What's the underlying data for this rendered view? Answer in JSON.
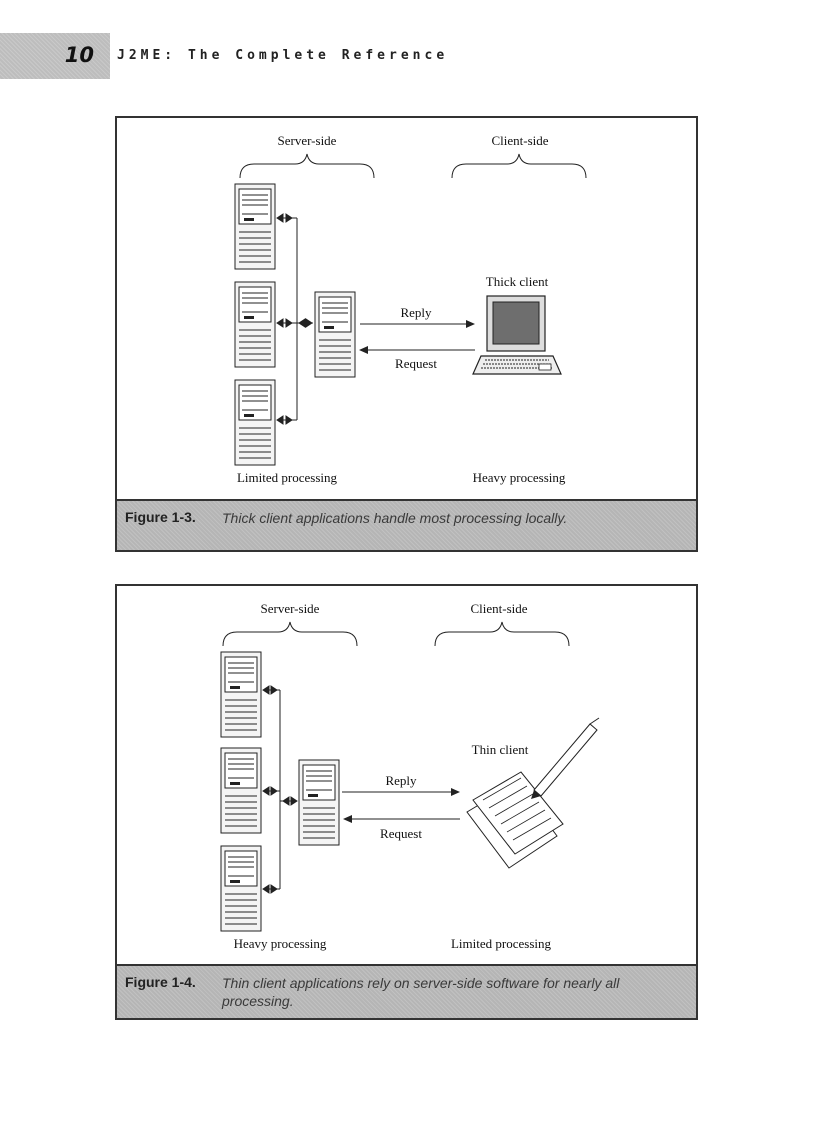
{
  "header": {
    "page_number": "10",
    "running_title": "J2ME: The Complete Reference"
  },
  "figures": [
    {
      "server_label": "Server-side",
      "client_label": "Client-side",
      "client_name": "Thick client",
      "reply_label": "Reply",
      "request_label": "Request",
      "server_processing": "Limited processing",
      "client_processing": "Heavy processing",
      "caption_label": "Figure 1-3.",
      "caption_text": "Thick client applications handle most processing locally."
    },
    {
      "server_label": "Server-side",
      "client_label": "Client-side",
      "client_name": "Thin client",
      "reply_label": "Reply",
      "request_label": "Request",
      "server_processing": "Heavy processing",
      "client_processing": "Limited processing",
      "caption_label": "Figure 1-4.",
      "caption_text": "Thin client applications rely on server-side software for nearly all processing."
    }
  ]
}
